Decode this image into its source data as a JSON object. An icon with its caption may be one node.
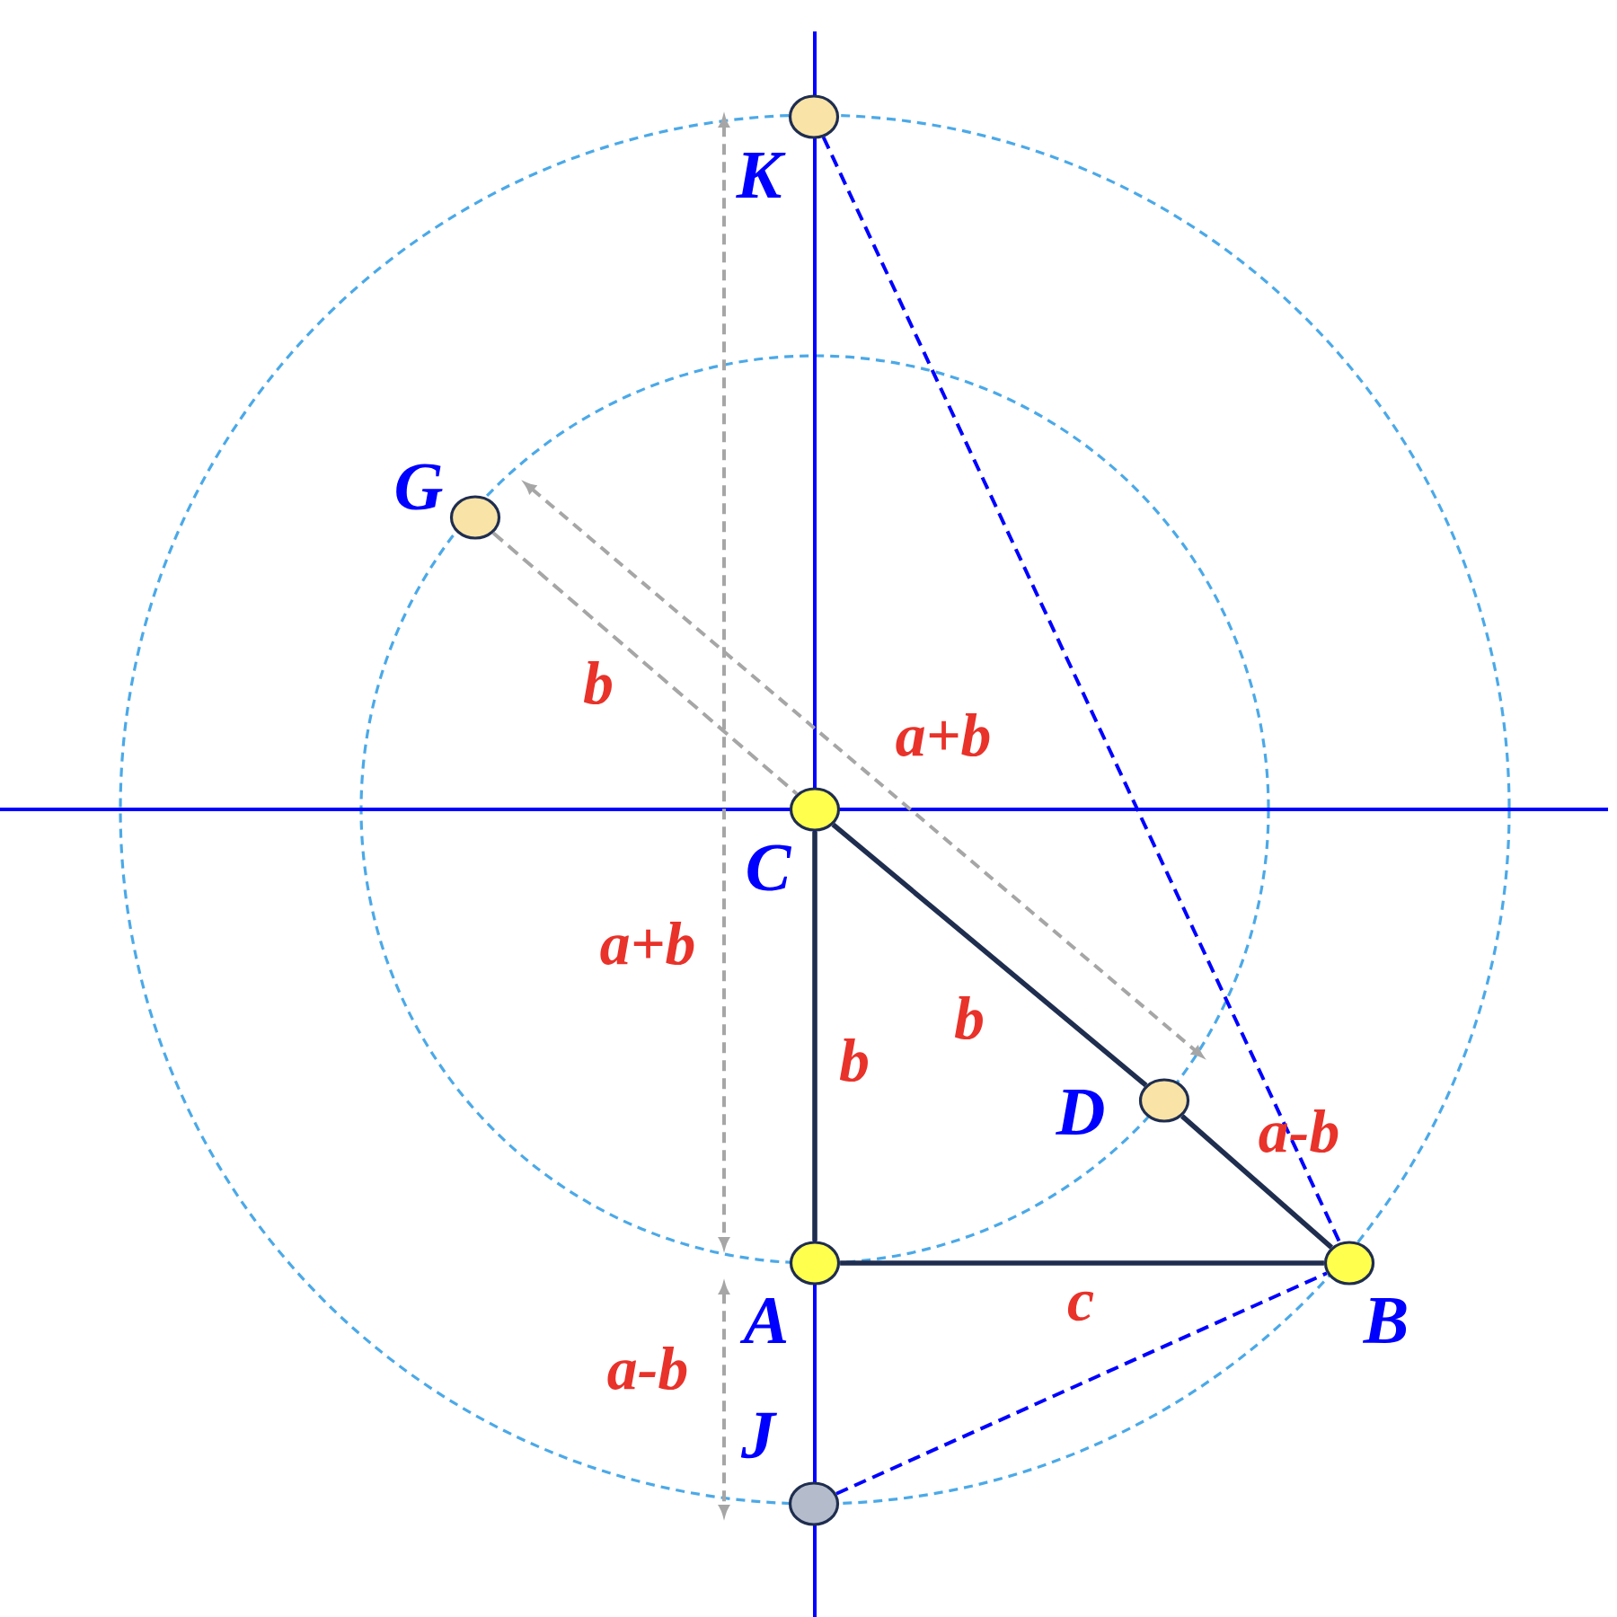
{
  "diagram": {
    "nodes": [
      {
        "text": [],
        "shape": "circle",
        "beside": [
          "K"
        ]
      },
      {
        "text": [],
        "shape": "circle",
        "beside": [
          "G"
        ]
      },
      {
        "text": [],
        "shape": "circle",
        "beside": [
          "C"
        ]
      },
      {
        "text": [],
        "shape": "circle",
        "beside": [
          "D"
        ]
      },
      {
        "text": [],
        "shape": "circle",
        "beside": [
          "A"
        ]
      },
      {
        "text": [],
        "shape": "circle",
        "beside": [
          "B"
        ]
      },
      {
        "text": [],
        "shape": "circle",
        "beside": [
          "J"
        ]
      }
    ],
    "edges": [
      {
        "from": 2,
        "to": 4,
        "arrow": "none",
        "label": "b"
      },
      {
        "from": 2,
        "to": 3,
        "arrow": "none",
        "label": "b"
      },
      {
        "from": 3,
        "to": 5,
        "arrow": "none",
        "label": "a-b"
      },
      {
        "from": 4,
        "to": 5,
        "arrow": "none",
        "label": "c"
      },
      {
        "from": 0,
        "to": 5,
        "arrow": "none",
        "style": "dashed",
        "color": "#0000ff"
      },
      {
        "from": 6,
        "to": 5,
        "arrow": "none",
        "style": "dashed",
        "color": "#0000ff"
      },
      {
        "from": 1,
        "to": 2,
        "arrow": "none",
        "style": "dashed",
        "color": "#a6a6a6",
        "label": "b"
      }
    ],
    "labels": [
      "a+b",
      "a+b",
      "a-b"
    ]
  }
}
